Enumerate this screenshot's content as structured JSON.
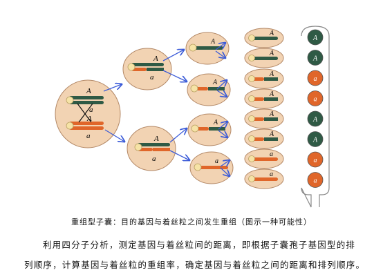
{
  "labels": {
    "upper": "A",
    "lower": "a"
  },
  "caption": "重组型子囊：目的基因与着丝粒之间发生重组（图示一种可能性）",
  "paragraph_line1": "利用四分子分析，测定基因与着丝粒间的距离，即根据子囊孢子基因型的排",
  "paragraph_line2": "列顺序，计算基因与着丝粒的重组率，确定基因与着丝粒之间的距离和排列顺序。",
  "ascus_spores": [
    "A",
    "A",
    "a",
    "a",
    "A",
    "A",
    "a",
    "a"
  ],
  "colors": {
    "cell_fill": "#f2d3b3",
    "cell_stroke": "#b38866",
    "green": "#2f5a45",
    "orange": "#e0662a",
    "centromere": "#f6e3a6",
    "arrow": "#3b5bd8",
    "tube_stroke": "#888888"
  }
}
